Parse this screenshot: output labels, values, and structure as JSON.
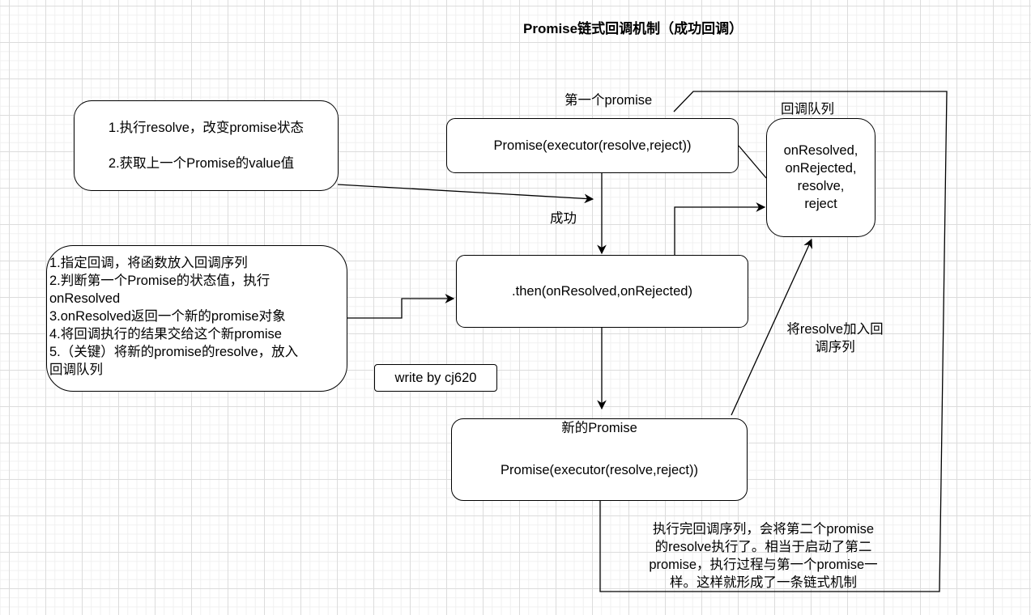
{
  "title": "Promise链式回调机制（成功回调）",
  "nodes": {
    "resolve_note": {
      "lines": [
        "1.执行resolve，改变promise状态",
        "2.获取上一个Promise的value值"
      ]
    },
    "first_promise": {
      "caption": "第一个promise",
      "label": "Promise(executor(resolve,reject))"
    },
    "callback_queue": {
      "caption": "回调队列",
      "items": [
        "onResolved,",
        "onRejected,",
        "resolve,",
        "reject"
      ]
    },
    "then_note": {
      "lines": [
        "1.指定回调，将函数放入回调序列",
        "2.判断第一个Promise的状态值，执行",
        "onResolved",
        "3.onResolved返回一个新的promise对象",
        "4.将回调执行的结果交给这个新promise",
        "5.（关键）将新的promise的resolve，放入",
        "回调队列"
      ]
    },
    "then_call": {
      "label": ".then(onResolved,onRejected)"
    },
    "author": {
      "label": "write by cj620"
    },
    "new_promise": {
      "caption": "新的Promise",
      "label": "Promise(executor(resolve,reject))"
    }
  },
  "edge_labels": {
    "success": "成功",
    "add_resolve": [
      "将resolve加入回",
      "调序列"
    ]
  },
  "conclusion": {
    "lines": [
      "执行完回调序列，会将第二个promise",
      "的resolve执行了。相当于启动了第二",
      "promise，执行过程与第一个promise一",
      "样。这样就形成了一条链式机制"
    ]
  }
}
